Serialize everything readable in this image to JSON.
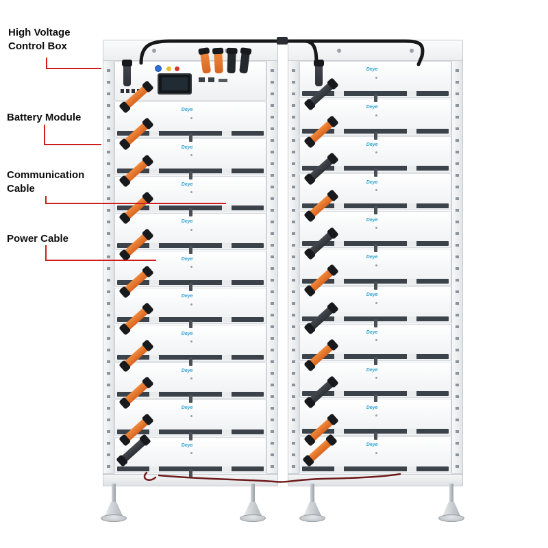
{
  "diagram": {
    "brand": "Deye",
    "labels": [
      {
        "id": "high-voltage-control-box",
        "text": "High Voltage Control Box"
      },
      {
        "id": "battery-module",
        "text": "Battery Module"
      },
      {
        "id": "communication-cable",
        "text": "Communication Cable"
      },
      {
        "id": "power-cable",
        "text": "Power Cable"
      }
    ],
    "left_rack": {
      "has_control_box": true,
      "battery_module_count": 10
    },
    "right_rack": {
      "has_control_box": false,
      "battery_module_count": 11
    },
    "colors": {
      "leader_red": "#cf1d1d",
      "connector_orange": "#e8762a",
      "connector_black": "#34383d",
      "logo_blue": "#2ba3d4",
      "power_wire_dark_red": "#6e1a1a",
      "cable_black": "#17181a"
    }
  }
}
